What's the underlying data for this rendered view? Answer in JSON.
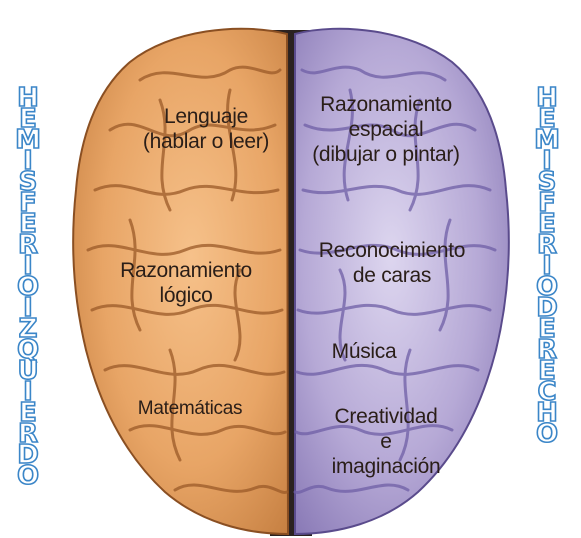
{
  "labels": {
    "left_hemisphere": "HEMISFERIO IZQUIERDO",
    "right_hemisphere": "HEMISFERIO DERECHO"
  },
  "left_regions": [
    {
      "line1": "Lenguaje",
      "line2": "(hablar o leer)",
      "line3": ""
    },
    {
      "line1": "Razonamiento",
      "line2": "lógico",
      "line3": ""
    },
    {
      "line1": "Matemáticas",
      "line2": "",
      "line3": ""
    }
  ],
  "right_regions": [
    {
      "line1": "Razonamiento",
      "line2": "espacial",
      "line3": "(dibujar o pintar)"
    },
    {
      "line1": "Reconocimiento",
      "line2": "de caras",
      "line3": ""
    },
    {
      "line1": "Música",
      "line2": "",
      "line3": ""
    },
    {
      "line1": "Creatividad",
      "line2": "e",
      "line3": "imaginación"
    }
  ],
  "colors": {
    "left_hemisphere": "#e8a566",
    "right_hemisphere": "#b6a9d6",
    "fissure": "#2b2220",
    "label_outline": "#3b86c8"
  }
}
